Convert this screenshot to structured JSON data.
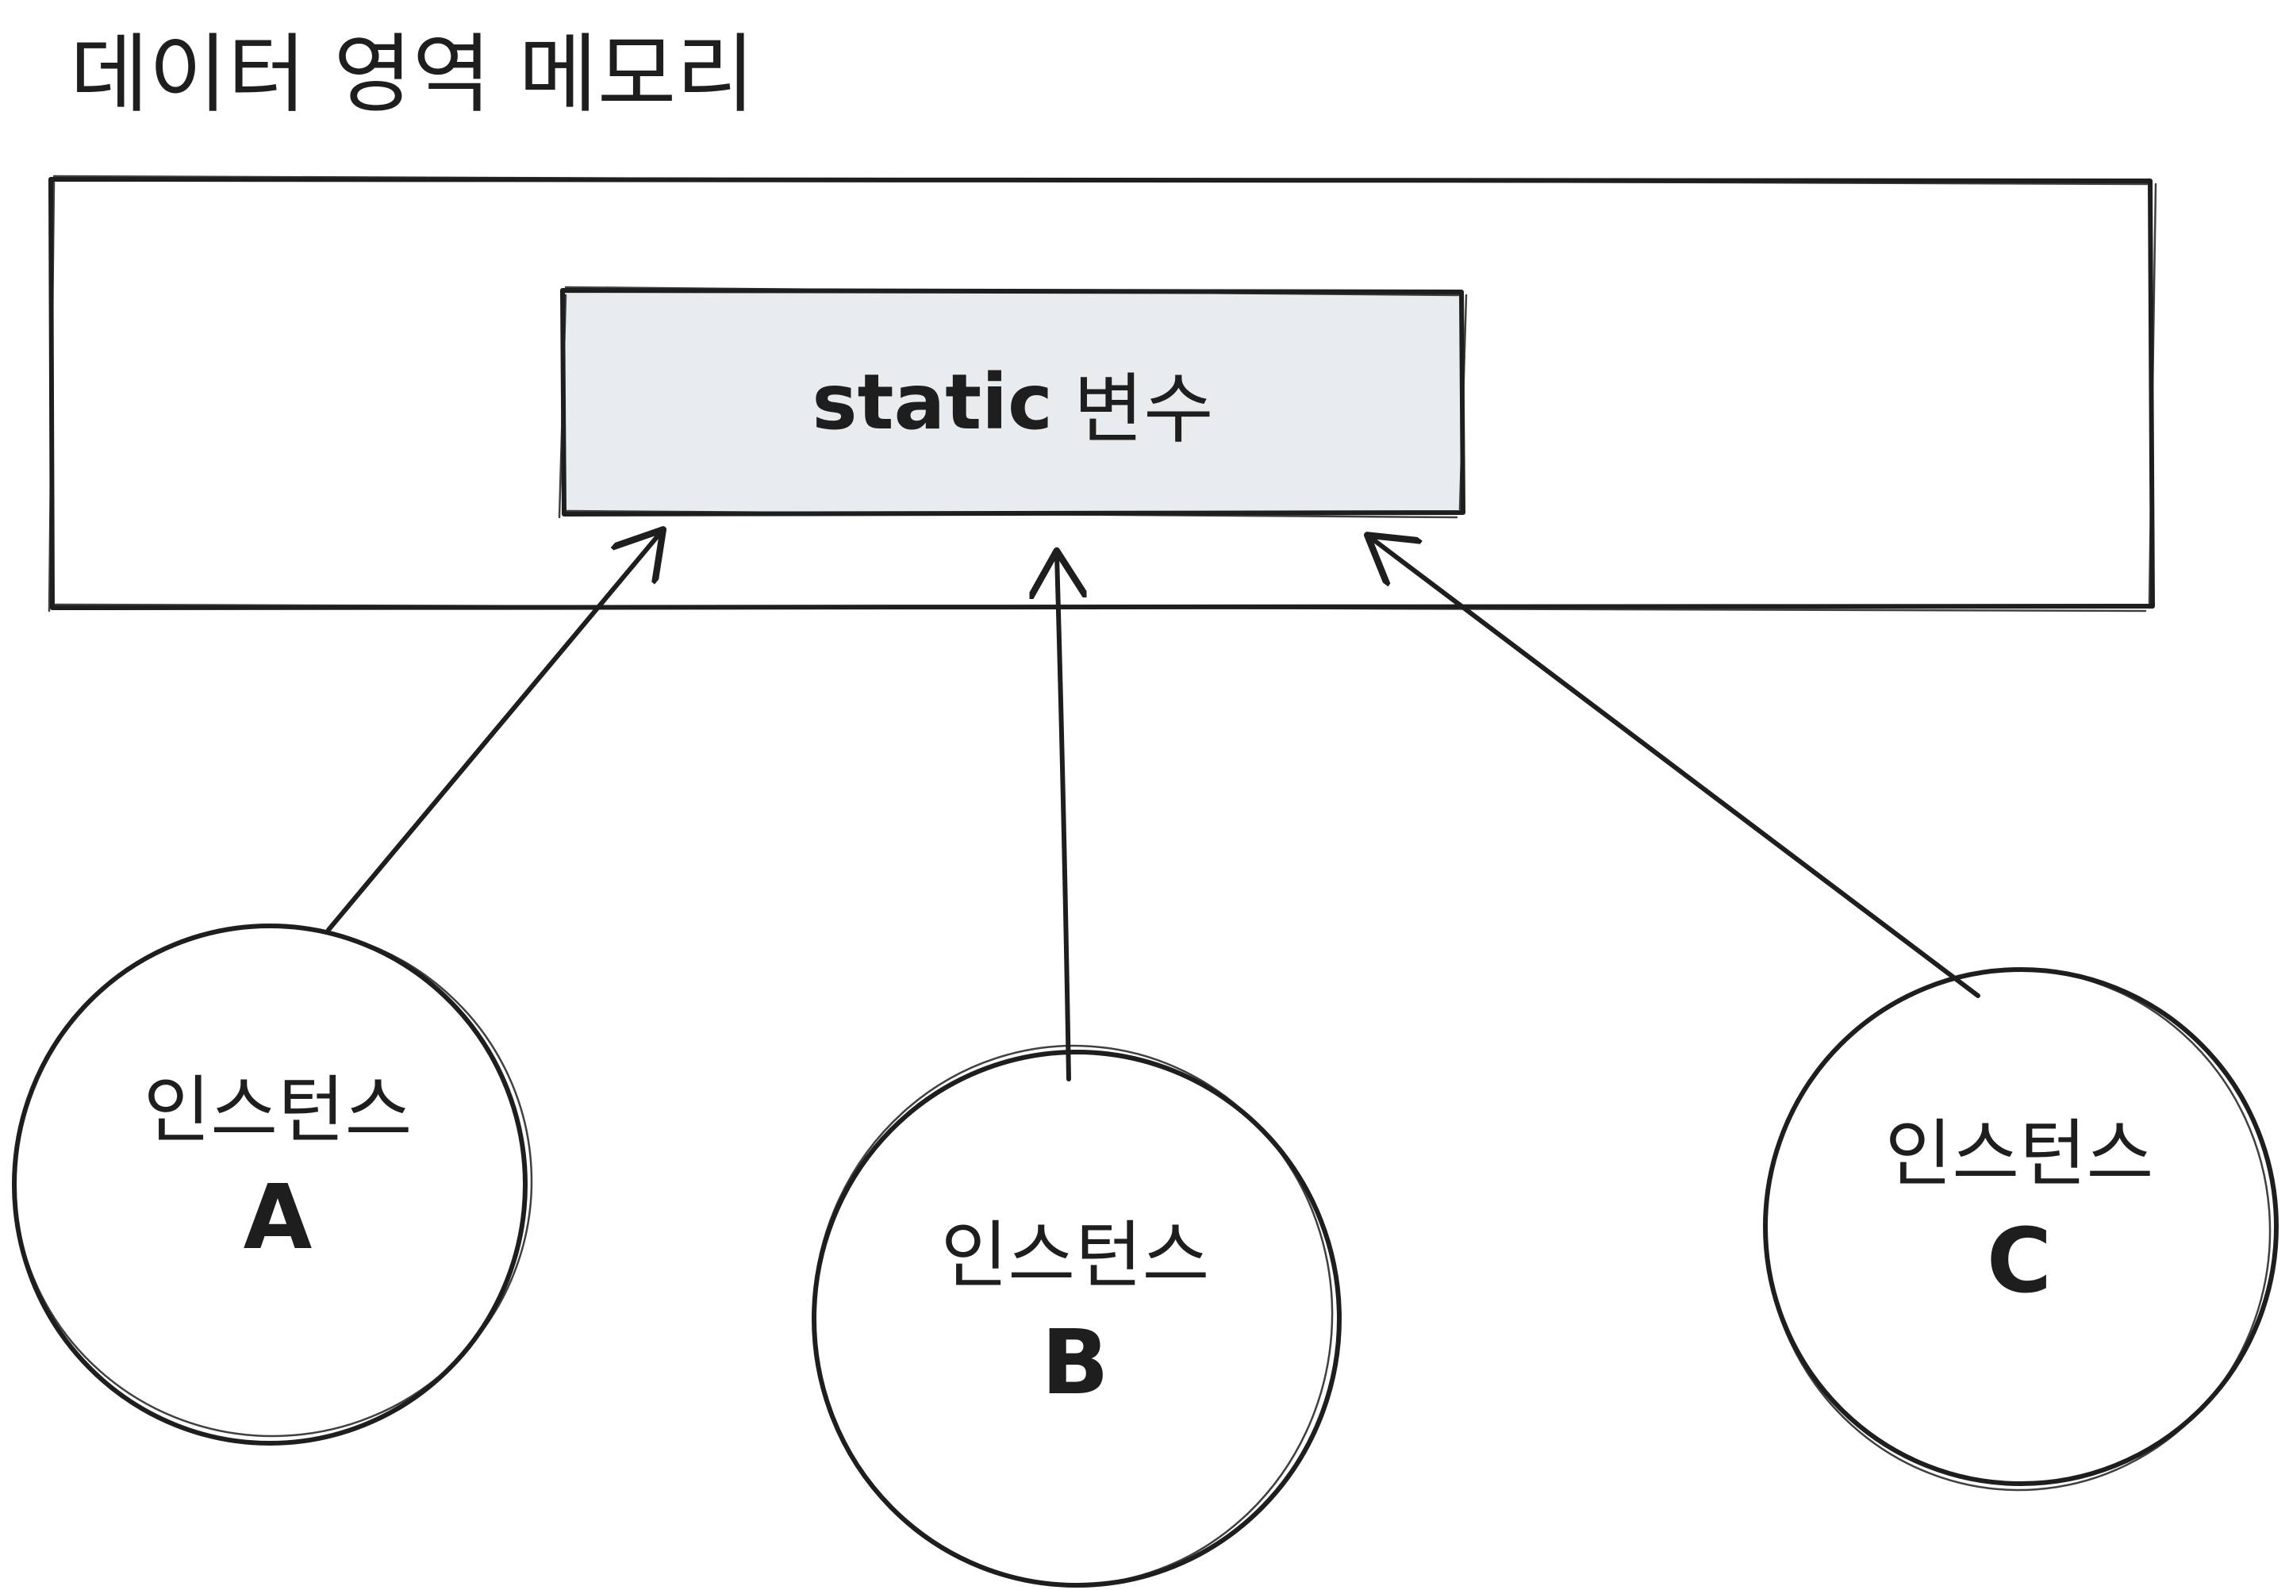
{
  "diagram": {
    "title": "데이터 영역 메모리",
    "static_box": {
      "keyword": "static",
      "label": "변수",
      "fill": "#e9ecef"
    },
    "instances": [
      {
        "name": "인스턴스",
        "letter": "A"
      },
      {
        "name": "인스턴스",
        "letter": "B"
      },
      {
        "name": "인스턴스",
        "letter": "C"
      }
    ],
    "colors": {
      "stroke": "#1e1e1e",
      "background": "#ffffff"
    }
  }
}
